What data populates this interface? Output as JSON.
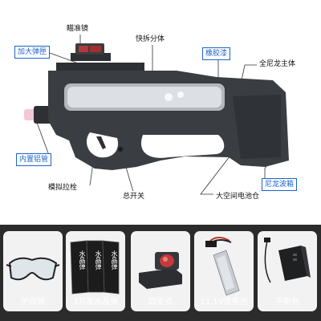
{
  "callouts": {
    "scope": "瞄准镜",
    "quick_release": "快拆分体",
    "big_magazine": "加大弹匣",
    "rubber_paint": "橡胶漆",
    "nylon_body": "全尼龙主体",
    "aluminum_tube": "内置铝管",
    "nylon_gearbox": "尼龙波箱",
    "charging_handle": "模拟拉栓",
    "main_switch": "总开关",
    "battery_bay": "大空间电池仓"
  },
  "accessories": [
    {
      "label": "护目镜",
      "icon": "goggles-icon"
    },
    {
      "label": "3万发水晶弹",
      "icon": "gel-ball-packs-icon"
    },
    {
      "label": "四变点",
      "icon": "red-dot-sight-icon"
    },
    {
      "label": "11.1V锂电池",
      "icon": "lithium-battery-icon"
    },
    {
      "label": "平衡充",
      "icon": "balance-charger-icon"
    }
  ],
  "ammo_pack_text": "水晶弹",
  "colors": {
    "gun_body": "#3a3d41",
    "highlight_blue": "#1e63c9",
    "bottom_bar": "#2b2b2b",
    "card_bg": "#f2f2f2"
  }
}
